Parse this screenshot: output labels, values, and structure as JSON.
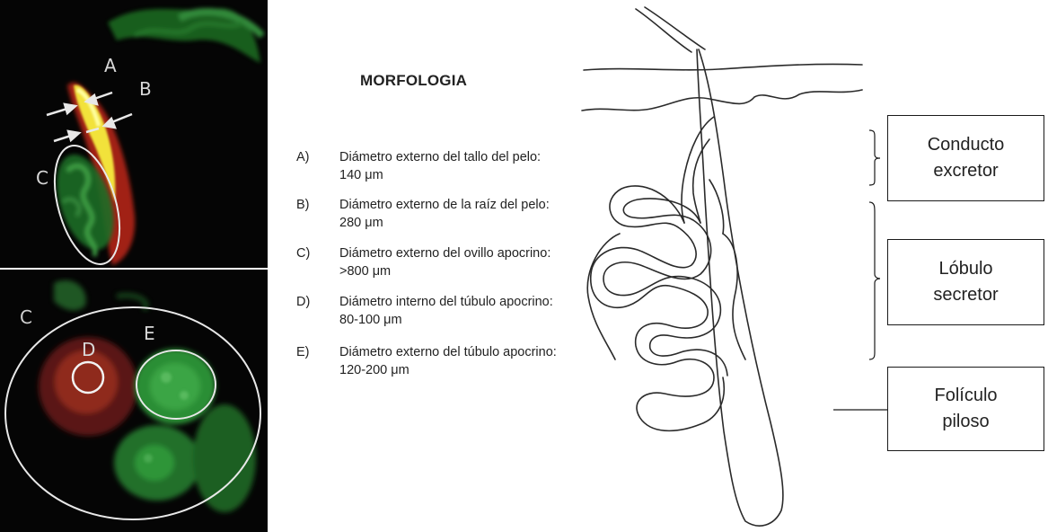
{
  "micrographs": {
    "top_labels": {
      "a": "A",
      "b": "B",
      "c": "C"
    },
    "bottom_labels": {
      "c": "C",
      "d": "D",
      "e": "E"
    }
  },
  "morphology": {
    "title": "MORFOLOGIA",
    "items": [
      {
        "key": "A)",
        "text": "Diámetro externo del tallo del pelo: 140 μm"
      },
      {
        "key": "B)",
        "text": "Diámetro externo de la raíz del pelo: 280 μm"
      },
      {
        "key": "C)",
        "text": "Diámetro externo del ovillo apocrino: >800 μm"
      },
      {
        "key": "D)",
        "text": "Diámetro interno del túbulo apocrino: 80-100 μm"
      },
      {
        "key": "E)",
        "text": "Diámetro externo del túbulo apocrino: 120-200 μm"
      }
    ]
  },
  "labels": {
    "conducto": {
      "line1": "Conducto",
      "line2": "excretor"
    },
    "lobulo": {
      "line1": "Lóbulo",
      "line2": "secretor"
    },
    "foliculo": {
      "line1": "Folículo",
      "line2": "piloso"
    }
  },
  "colors": {
    "background": "#060606",
    "fluorescence_green": "#2f9a3a",
    "fluorescence_red": "#c8261a",
    "fluorescence_yellow": "#f2e23a",
    "outline": "#e8e8e8"
  }
}
